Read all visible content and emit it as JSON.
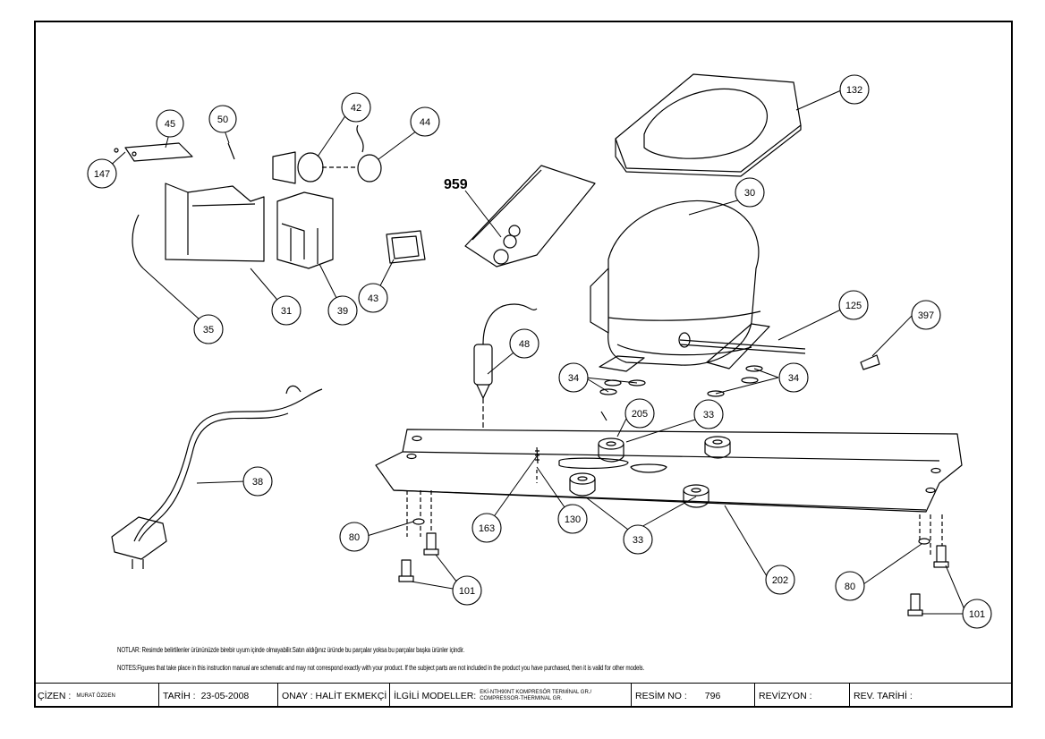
{
  "callouts": {
    "c132": "132",
    "c45": "45",
    "c50": "50",
    "c42": "42",
    "c44": "44",
    "c147": "147",
    "c959": "959",
    "c30": "30",
    "c35": "35",
    "c31": "31",
    "c39": "39",
    "c43": "43",
    "c125": "125",
    "c397": "397",
    "c48": "48",
    "c34a": "34",
    "c34b": "34",
    "c205": "205",
    "c33a": "33",
    "c33b": "33",
    "c38": "38",
    "c163": "163",
    "c130": "130",
    "c80a": "80",
    "c80b": "80",
    "c101a": "101",
    "c101b": "101",
    "c202": "202"
  },
  "notes": {
    "tr": "NOTLAR: Resimde belirtilenler ürününüzde birebir uyum içinde olmayabilir.Satın aldığınız üründe bu parçalar yoksa bu parçalar başka ürünler içindir.",
    "en": "NOTES:Figures that take place in this instruction manual are schematic and may not correspond exactly with your product. If the subject parts are not included in the product you have purchased, then it is valid for other models."
  },
  "titleblock": {
    "drawn_label": "ÇİZEN :",
    "drawn_value": "MURAT ÖZDEN",
    "date_label": "TARİH :",
    "date_value": "23-05-2008",
    "approved_label": "ONAY : HALİT EKMEKÇİ",
    "models_label": "İLGİLİ MODELLER:",
    "models_line1": "EKİ-NTH90NT KOMPRESÖR TERMİNAL GR./",
    "models_line2": "COMPRESSOR-THERMINAL GR.",
    "drawing_no_label": "RESİM NO :",
    "drawing_no_value": "796",
    "revision_label": "REVİZYON :",
    "revision_value": "",
    "rev_date_label": "REV. TARİHİ :",
    "rev_date_value": ""
  }
}
